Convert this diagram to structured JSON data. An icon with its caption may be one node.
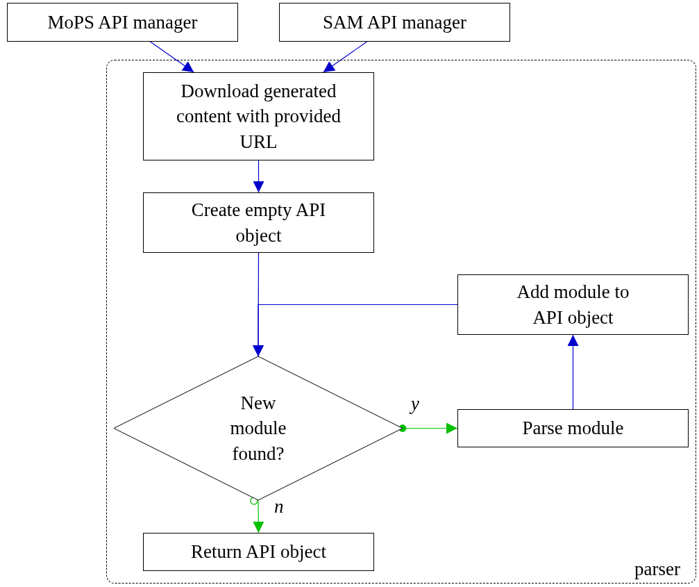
{
  "diagram": {
    "nodes": [
      {
        "text": [
          "MoPS API manager"
        ]
      },
      {
        "text": [
          "SAM API manager"
        ]
      },
      {
        "text": [
          "parser"
        ]
      },
      {
        "text": [
          "Download generated content with provided URL"
        ],
        "in": 2
      },
      {
        "text": [
          "Create empty API object"
        ],
        "in": 2
      },
      {
        "text": [
          "Add module to API object"
        ],
        "in": 2
      },
      {
        "text": [
          "New module found?"
        ],
        "in": 2
      },
      {
        "text": [
          "Parse module"
        ],
        "in": 2
      },
      {
        "text": [
          "Return API object"
        ],
        "in": 2
      }
    ],
    "edges": [
      {
        "from": 0,
        "to": 3,
        "arrow": "to"
      },
      {
        "from": 1,
        "to": 3,
        "arrow": "to"
      },
      {
        "from": 3,
        "to": 4,
        "arrow": "to"
      },
      {
        "from": 4,
        "to": 6,
        "arrow": "to"
      },
      {
        "from": 5,
        "to": 6,
        "arrow": "to"
      },
      {
        "from": 6,
        "to": 7,
        "arrow": "to",
        "label": "y",
        "color": "#00c000"
      },
      {
        "from": 6,
        "to": 8,
        "arrow": "to",
        "label": "n",
        "color": "#00c000"
      },
      {
        "from": 7,
        "to": 5,
        "arrow": "to"
      }
    ]
  }
}
